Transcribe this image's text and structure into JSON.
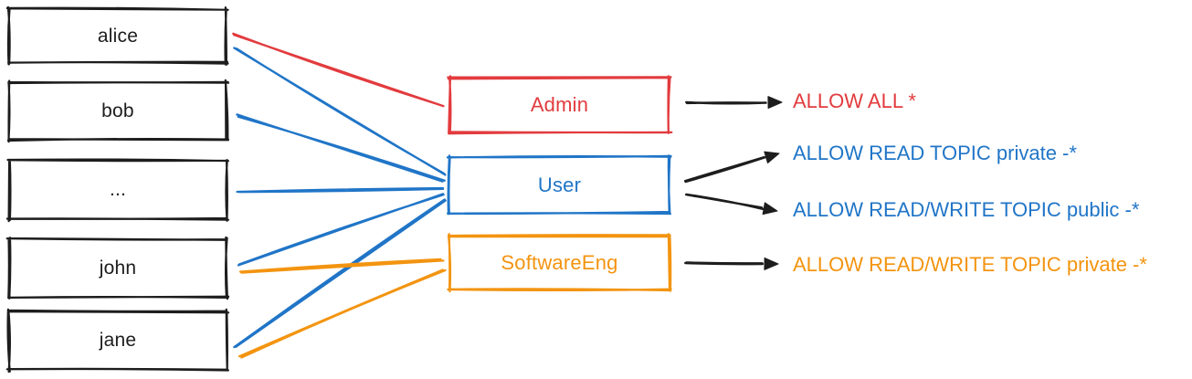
{
  "diagram": {
    "background": "#ffffff",
    "ink_color": "#1d1d1d",
    "arrow_color": "#1d1d1d",
    "users": [
      {
        "id": "alice",
        "label": "alice"
      },
      {
        "id": "bob",
        "label": "bob"
      },
      {
        "id": "ellipsis",
        "label": "..."
      },
      {
        "id": "john",
        "label": "john"
      },
      {
        "id": "jane",
        "label": "jane"
      }
    ],
    "roles": [
      {
        "id": "admin",
        "label": "Admin",
        "color": "#e23b3e"
      },
      {
        "id": "user",
        "label": "User",
        "color": "#2075c7"
      },
      {
        "id": "softwareeng",
        "label": "SoftwareEng",
        "color": "#f39410"
      }
    ],
    "permissions": [
      {
        "id": "p1",
        "label": "ALLOW ALL *",
        "color": "#e23b3e"
      },
      {
        "id": "p2",
        "label": "ALLOW READ TOPIC private -*",
        "color": "#2075c7"
      },
      {
        "id": "p3",
        "label": "ALLOW READ/WRITE TOPIC public -*",
        "color": "#2075c7"
      },
      {
        "id": "p4",
        "label": "ALLOW READ/WRITE TOPIC private -*",
        "color": "#f39410"
      }
    ],
    "user_role_edges": [
      {
        "from": "alice",
        "to": "admin",
        "color": "#e23b3e"
      },
      {
        "from": "alice",
        "to": "user",
        "color": "#2075c7"
      },
      {
        "from": "bob",
        "to": "user",
        "color": "#2075c7"
      },
      {
        "from": "ellipsis",
        "to": "user",
        "color": "#2075c7"
      },
      {
        "from": "john",
        "to": "user",
        "color": "#2075c7"
      },
      {
        "from": "jane",
        "to": "user",
        "color": "#2075c7"
      },
      {
        "from": "john",
        "to": "softwareeng",
        "color": "#f39410"
      },
      {
        "from": "jane",
        "to": "softwareeng",
        "color": "#f39410"
      }
    ],
    "role_permission_arrows": [
      {
        "from": "admin",
        "to": "p1"
      },
      {
        "from": "user",
        "to": "p2"
      },
      {
        "from": "user",
        "to": "p3"
      },
      {
        "from": "softwareeng",
        "to": "p4"
      }
    ]
  }
}
